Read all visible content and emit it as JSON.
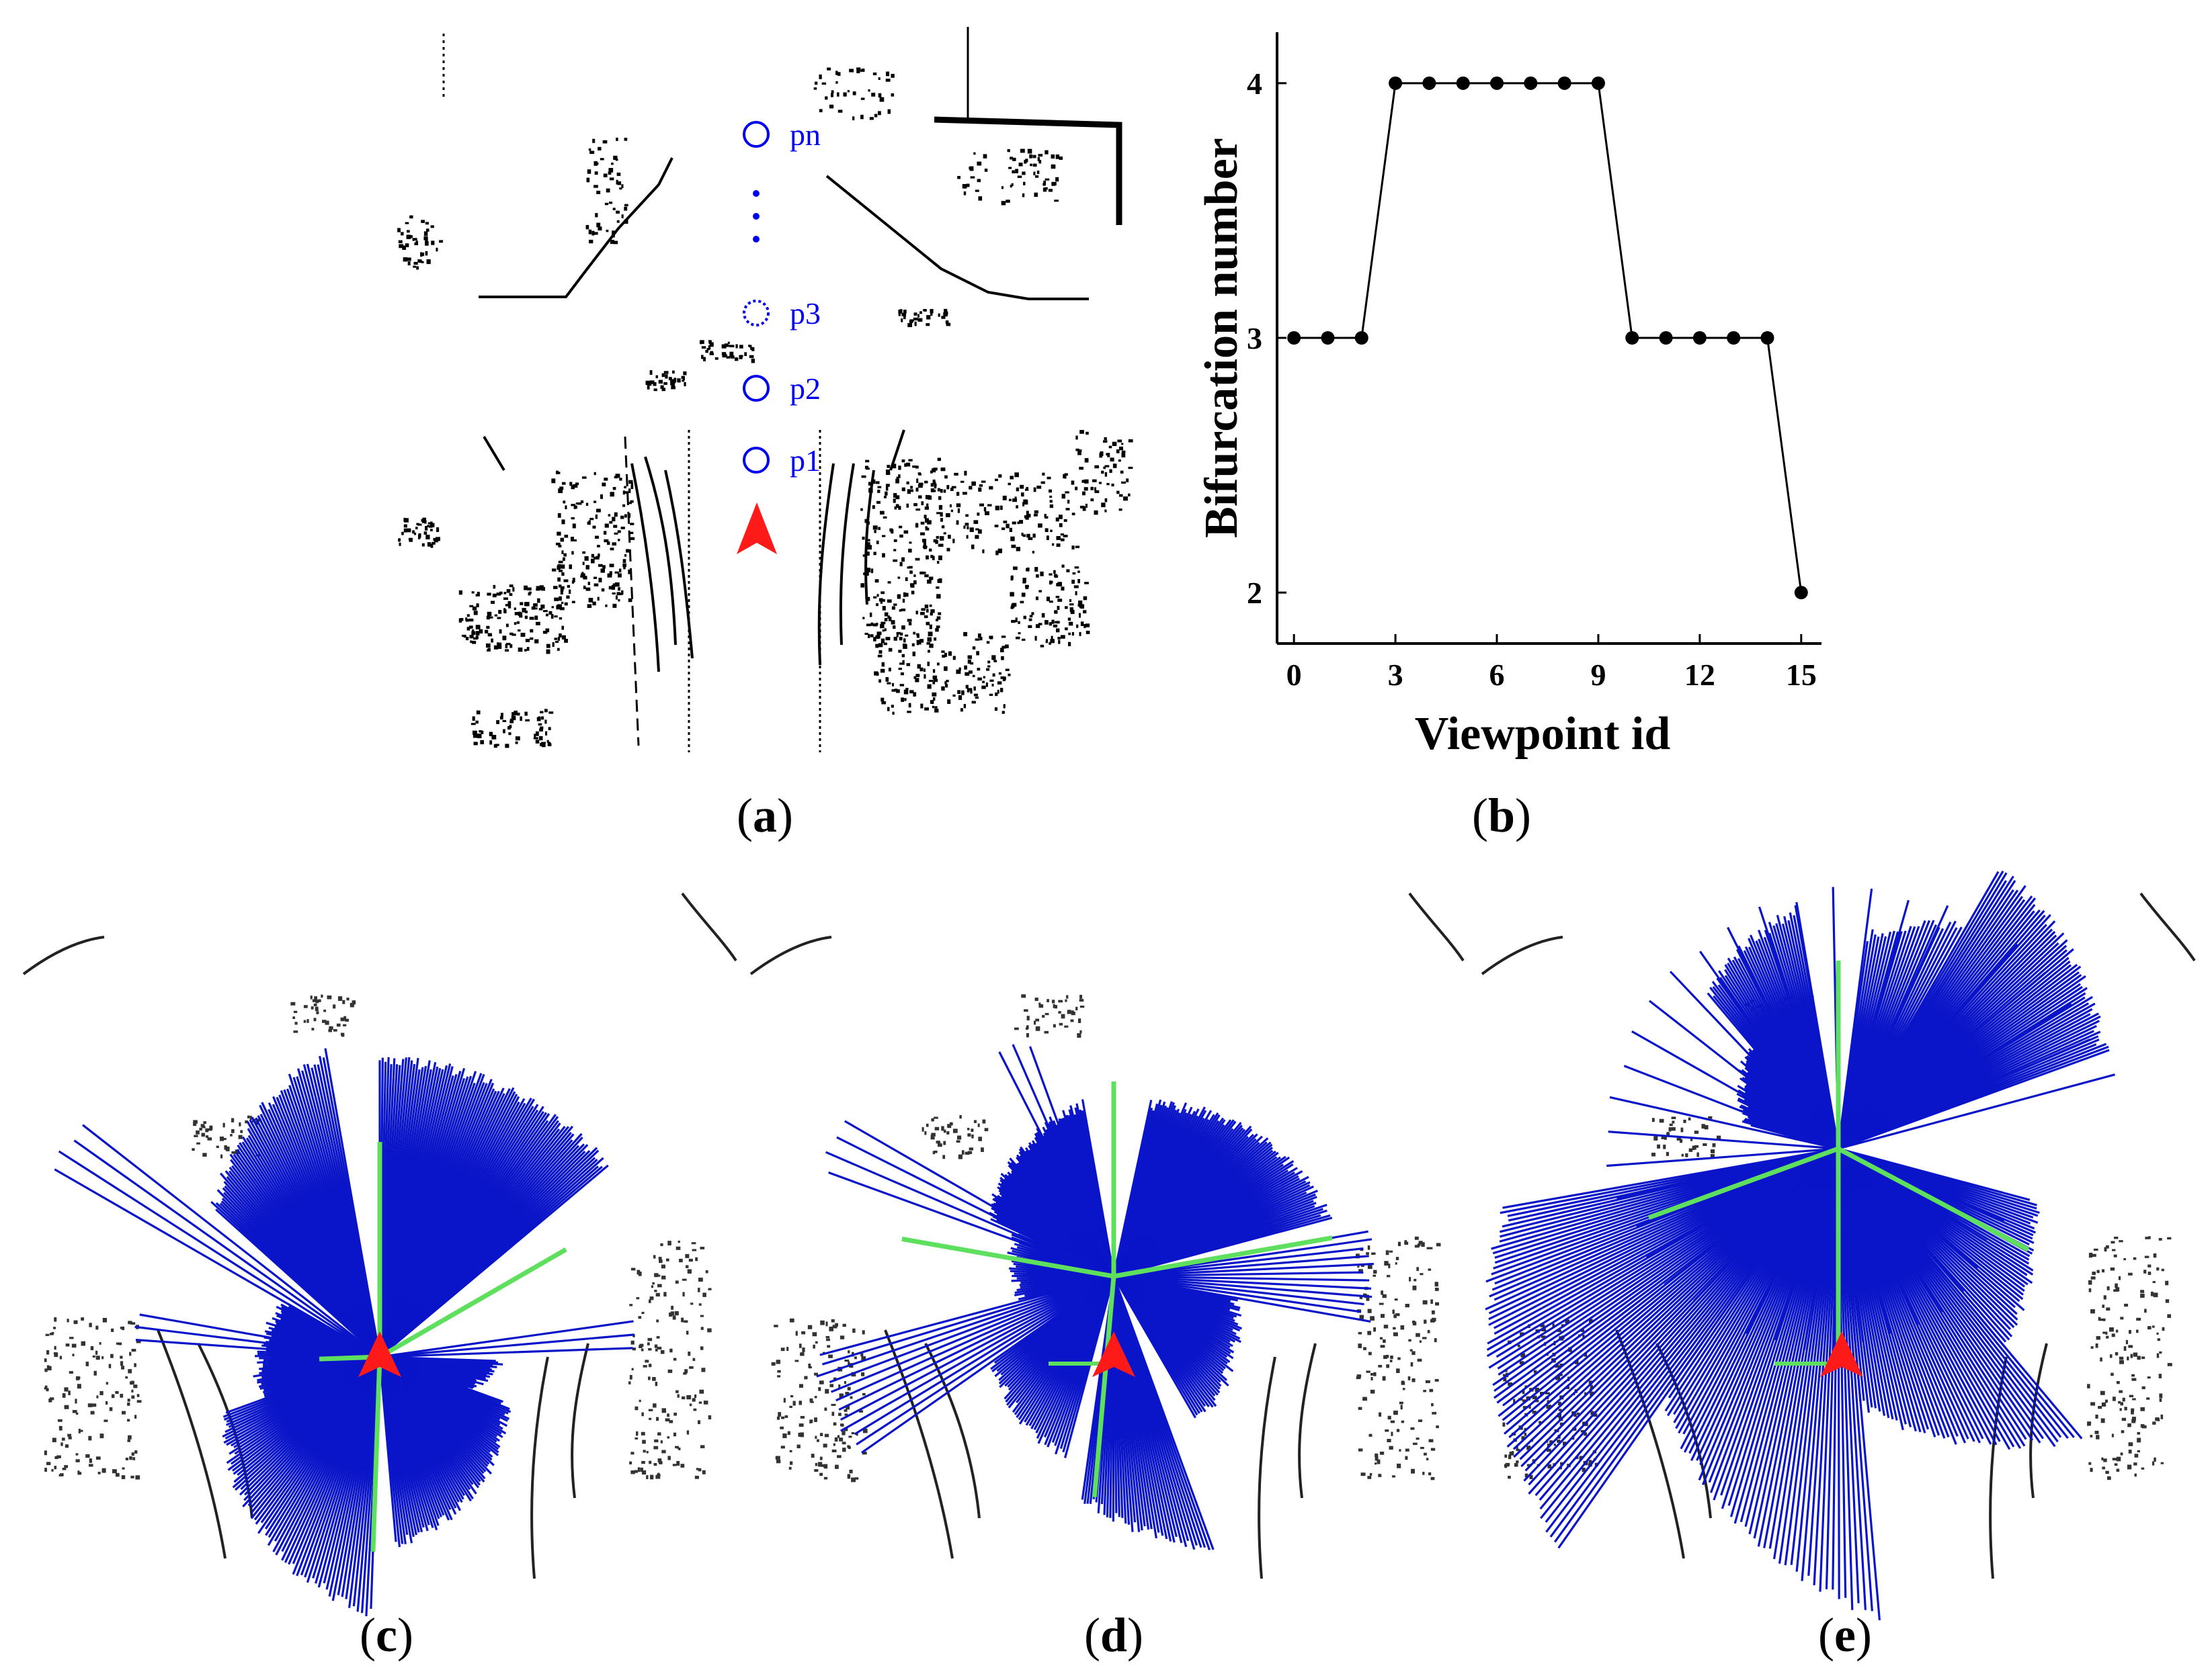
{
  "panels": {
    "a": {
      "caption": "a",
      "points": [
        "pn",
        "p3",
        "p2",
        "p1"
      ]
    },
    "b": {
      "caption": "b"
    },
    "c": {
      "caption": "c"
    },
    "d": {
      "caption": "d"
    },
    "e": {
      "caption": "e"
    }
  },
  "colors": {
    "rays": "#0a14c8",
    "branches": "#5ee05e",
    "robot_marker": "#ff1a1a",
    "viewpoints": "#0000ee",
    "map_points": "#000000",
    "plot_line": "#000000"
  },
  "icons": {
    "robot": "red-arrowhead-icon",
    "viewpoint": "circle-outline-icon"
  },
  "chart_data": {
    "type": "line",
    "xlabel": "Viewpoint id",
    "ylabel": "Bifurcation number",
    "x": [
      0,
      1,
      2,
      3,
      4,
      5,
      6,
      7,
      8,
      9,
      10,
      11,
      12,
      13,
      14,
      15
    ],
    "y": [
      3,
      3,
      3,
      4,
      4,
      4,
      4,
      4,
      4,
      4,
      3,
      3,
      3,
      3,
      3,
      2
    ],
    "xticks": [
      0,
      3,
      6,
      9,
      12,
      15
    ],
    "yticks": [
      2,
      3,
      4
    ],
    "xlim": [
      -0.5,
      15.6
    ],
    "ylim": [
      1.8,
      4.2
    ],
    "grid": false,
    "markers": "filled-circle"
  }
}
